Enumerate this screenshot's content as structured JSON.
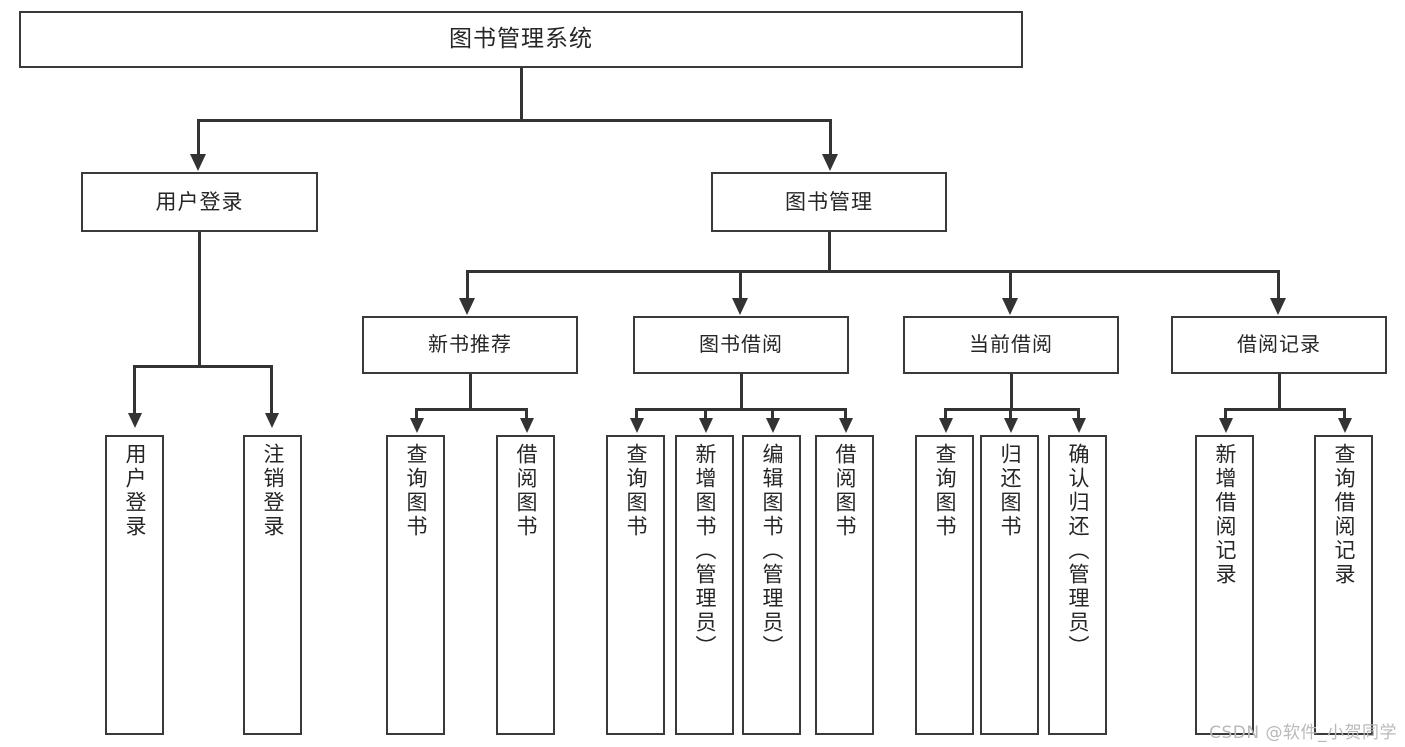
{
  "diagram": {
    "type": "tree-structure-chart",
    "title_node": {
      "id": "root",
      "label": "图书管理系统"
    },
    "level1": [
      {
        "id": "user-login",
        "label": "用户登录"
      },
      {
        "id": "book-manage",
        "label": "图书管理"
      }
    ],
    "level2": [
      {
        "id": "new-book-recommend",
        "label": "新书推荐",
        "parent": "book-manage"
      },
      {
        "id": "book-borrow",
        "label": "图书借阅",
        "parent": "book-manage"
      },
      {
        "id": "current-borrow",
        "label": "当前借阅",
        "parent": "book-manage"
      },
      {
        "id": "borrow-record",
        "label": "借阅记录",
        "parent": "book-manage"
      }
    ],
    "leaves": {
      "user_login": [
        {
          "id": "leaf-user-login",
          "label": "用户登录"
        },
        {
          "id": "leaf-logout",
          "label": "注销登录"
        }
      ],
      "new_book_recommend": [
        {
          "id": "leaf-query-book-1",
          "label": "查询图书"
        },
        {
          "id": "leaf-borrow-book-1",
          "label": "借阅图书"
        }
      ],
      "book_borrow": [
        {
          "id": "leaf-query-book-2",
          "label": "查询图书"
        },
        {
          "id": "leaf-add-book",
          "label": "新增图书（管理员）"
        },
        {
          "id": "leaf-edit-book",
          "label": "编辑图书（管理员）"
        },
        {
          "id": "leaf-borrow-book-2",
          "label": "借阅图书"
        }
      ],
      "current_borrow": [
        {
          "id": "leaf-query-book-3",
          "label": "查询图书"
        },
        {
          "id": "leaf-return-book",
          "label": "归还图书"
        },
        {
          "id": "leaf-confirm-return",
          "label": "确认归还（管理员）"
        }
      ],
      "borrow_record": [
        {
          "id": "leaf-add-record",
          "label": "新增借阅记录"
        },
        {
          "id": "leaf-query-record",
          "label": "查询借阅记录"
        }
      ]
    }
  },
  "watermark": {
    "text": "CSDN @软件_小贺同学"
  },
  "colors": {
    "box_border": "#3a3a3a",
    "connector": "#333333",
    "text": "#262626",
    "background": "#ffffff",
    "watermark": "#b9b9b9"
  }
}
